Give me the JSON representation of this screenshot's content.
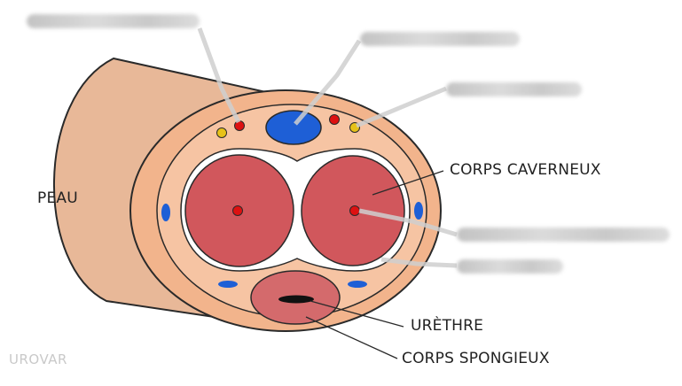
{
  "labels": {
    "peau": "PEAU",
    "corps_caverneux": "CORPS CAVERNEUX",
    "urethre": "URÈTHRE",
    "corps_spongieux": "CORPS SPONGIEUX"
  },
  "watermark": "UROVAR",
  "colors": {
    "skin_outer": "#f2b48c",
    "skin_side": "#e8b898",
    "fascia": "#f6c4a3",
    "corpora": "#d1575c",
    "spongy": "#d46a6c",
    "vein": "#1e5fd6",
    "artery": "#dd1111",
    "nerve": "#e7c21a"
  }
}
